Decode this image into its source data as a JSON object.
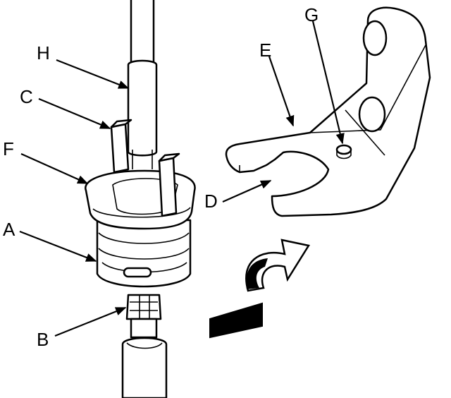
{
  "labels": {
    "A": "A",
    "B": "B",
    "C": "C",
    "D": "D",
    "E": "E",
    "F": "F",
    "G": "G",
    "H": "H"
  },
  "colors": {
    "line": "#000000",
    "background": "#ffffff",
    "fill": "#ffffff"
  },
  "icons": {
    "rotation_arrow": "curved-rotate-arrow-icon"
  }
}
